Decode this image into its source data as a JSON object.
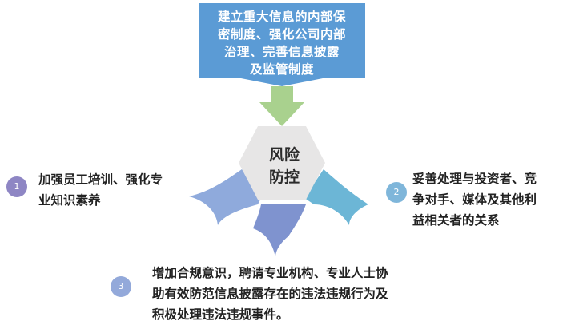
{
  "top_box": {
    "lines": [
      "建立重大信息的内部保",
      "密制度、强化公司内部",
      "治理、完善信息披露",
      "及监管制度"
    ]
  },
  "hub": {
    "lines": [
      "风险",
      "防控"
    ]
  },
  "items": [
    {
      "number": "1",
      "lines": [
        "加强员工培训、强化专",
        "业知识素养"
      ]
    },
    {
      "number": "2",
      "lines": [
        "妥善处理与投资者、竞",
        "争对手、媒体及其他利",
        "益相关者的关系"
      ]
    },
    {
      "number": "3",
      "lines": [
        "增加合规意识，聘请专业机构、专业人士协",
        "助有效防范信息披露存在的违法违规行为及",
        "积极处理违法违规事件。"
      ]
    }
  ],
  "colors": {
    "top_box": "#5B9BD5",
    "arrow": "#A9D18E",
    "hub": "#E7E6E6",
    "blade_left": "#8FAADC",
    "blade_right": "#6CB6D6",
    "blade_bottom": "#7F93CF",
    "badge1": "#8E86C4",
    "badge2": "#7FB6DA",
    "badge3": "#93A9DA"
  }
}
